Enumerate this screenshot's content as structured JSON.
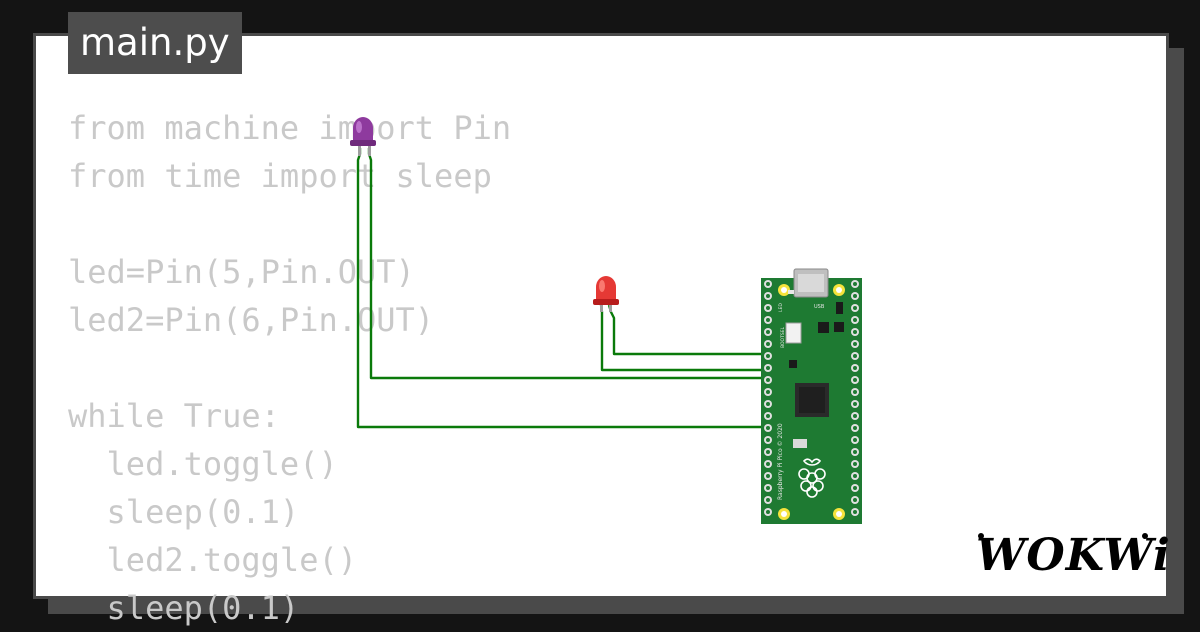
{
  "editor": {
    "filename": "main.py",
    "code_lines": [
      "from machine import Pin",
      "from time import sleep",
      "",
      "led=Pin(5,Pin.OUT)",
      "led2=Pin(6,Pin.OUT)",
      "",
      "while True:",
      "  led.toggle()",
      "  sleep(0.1)",
      "  led2.toggle()",
      "  sleep(0.1)"
    ]
  },
  "simulation": {
    "led_purple": {
      "color": "#8e3a9e",
      "icon": "led-icon"
    },
    "led_red": {
      "color": "#e53935",
      "icon": "led-icon"
    },
    "wire_color": "#0a7a0a",
    "board": {
      "name": "Raspberry Pi Pico",
      "silkscreen": "Raspberry Pi Pico © 2020",
      "usb_label": "USB",
      "bootsel_label": "BOOTSEL",
      "led_label": "LED",
      "color": "#1e7a32"
    }
  },
  "branding": {
    "logo_text": "WOKWi"
  },
  "colors": {
    "background": "#141414",
    "card": "#ffffff",
    "tab": "#4d4d4d",
    "code_text": "#c9c9c9"
  }
}
